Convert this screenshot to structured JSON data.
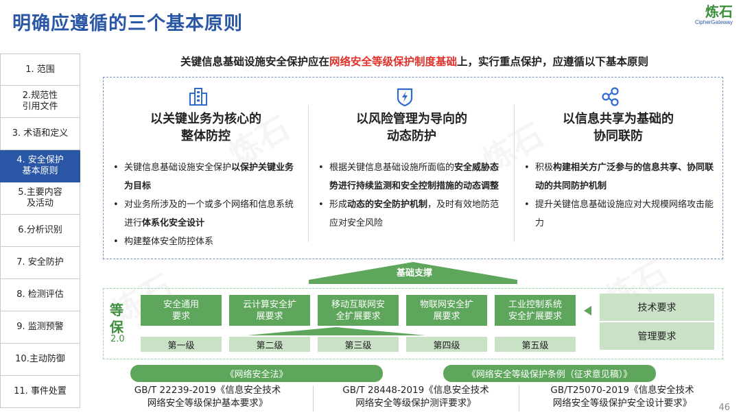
{
  "title": "明确应遵循的三个基本原则",
  "logo": {
    "main": "炼石",
    "sub": "CipherGateway"
  },
  "sidebar": {
    "items": [
      {
        "label": "1. 范围"
      },
      {
        "label": "2.规范性\n引用文件"
      },
      {
        "label": "3. 术语和定义"
      },
      {
        "label": "4. 安全保护\n基本原则"
      },
      {
        "label": "5.主要内容\n及活动"
      },
      {
        "label": "6.分析识别"
      },
      {
        "label": "7. 安全防护"
      },
      {
        "label": "8. 检测评估"
      },
      {
        "label": "9. 监测预警"
      },
      {
        "label": "10.主动防御"
      },
      {
        "label": "11. 事件处置"
      }
    ]
  },
  "headline": {
    "pre": "关键信息基础设施安全保护应在",
    "highlight": "网络安全等级保护制度基础",
    "post": "上，实行重点保护，应遵循以下基本原则"
  },
  "principles": [
    {
      "icon": "building-icon",
      "title1": "以关键业务为核心的",
      "title2": "整体防控",
      "bullets": [
        {
          "pre": "关键信息基础设施安全保护",
          "bold": "以保护关键业务为目标",
          "post": ""
        },
        {
          "pre": "对业务所涉及的一个或多个网络和信息系统进行",
          "bold": "体系化安全设计",
          "post": ""
        },
        {
          "pre": "构建整体安全防控体系",
          "bold": "",
          "post": ""
        }
      ]
    },
    {
      "icon": "shield-bolt-icon",
      "title1": "以风险管理为导向的",
      "title2": "动态防护",
      "bullets": [
        {
          "pre": "根据关键信息基础设施所面临的",
          "bold": "安全威胁态势进行持续监测和安全控制措施的动态调整",
          "post": ""
        },
        {
          "pre": "形成",
          "bold": "动态的安全防护机制",
          "post": "，及时有效地防范应对安全风险"
        }
      ]
    },
    {
      "icon": "share-icon",
      "title1": "以信息共享为基础的",
      "title2": "协同联防",
      "bullets": [
        {
          "pre": "积极",
          "bold": "构建相关方广泛参与的信息共享、协同联动的共同防护机制",
          "post": ""
        },
        {
          "pre": "提升关键信息基础设施应对大规模网络攻击能力",
          "bold": "",
          "post": ""
        }
      ]
    }
  ],
  "support_label": "基础支撑",
  "dengbao": {
    "char1": "等",
    "char2": "保",
    "version": "2.0",
    "boxes": [
      "安全通用\n要求",
      "云计算安全扩\n展要求",
      "移动互联网安\n全扩展要求",
      "物联网安全扩\n展要求",
      "工业控制系统\n安全扩展要求"
    ],
    "levels": [
      "第一级",
      "第二级",
      "第三级",
      "第四级",
      "第五级"
    ],
    "requirements": [
      "技术要求",
      "管理要求"
    ]
  },
  "laws": [
    "《网络安全法》",
    "《网络安全等级保护条例（征求意见稿）》"
  ],
  "standards": [
    {
      "line1": "GB/T 22239-2019《信息安全技术",
      "line2": "网络安全等级保护基本要求》"
    },
    {
      "line1": "GB/T 28448-2019《信息安全技术",
      "line2": "网络安全等级保护测评要求》"
    },
    {
      "line1": "GB/T25070-2019《信息安全技术",
      "line2": "网络安全等级保护安全设计要求》"
    }
  ],
  "page_number": "46",
  "colors": {
    "title_blue": "#2a56a6",
    "highlight_red": "#e0322c",
    "green": "#5da65b",
    "light_green": "#c9e2c6"
  }
}
